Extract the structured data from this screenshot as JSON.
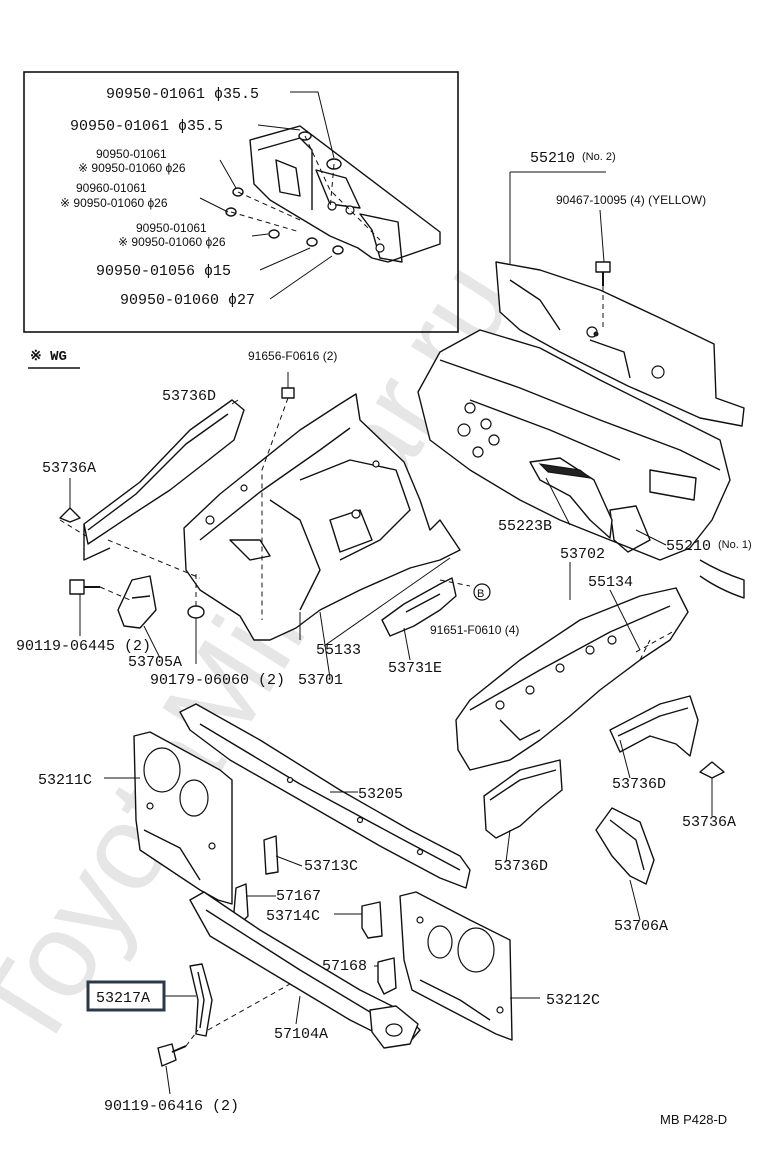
{
  "watermark": "ToyotaMiniCar.ru",
  "inset": {
    "labels": [
      "90950-01061 ϕ35.5",
      "90950-01061 ϕ35.5",
      "90950-01061",
      "※ 90950-01060 ϕ26",
      "90960-01061",
      "※ 90950-01060 ϕ26",
      "90950-01061",
      "※ 90950-01060 ϕ26",
      "90950-01056 ϕ15",
      "90950-01060 ϕ27"
    ]
  },
  "wg_note": "※ WG",
  "part_labels": {
    "p55210_no2": "55210",
    "p55210_no2_sub": "(No. 2)",
    "p90467": "90467-10095 (4) (YELLOW)",
    "p91656": "91656-F0616 (2)",
    "p53736D_top": "53736D",
    "p53736A_left": "53736A",
    "p55223B": "55223B",
    "p55210_no1": "55210",
    "p55210_no1_sub": "(No. 1)",
    "p53702": "53702",
    "p55134": "55134",
    "circle_b": "B",
    "p91651": "91651-F0610 (4)",
    "p90119_06445": "90119-06445 (2)",
    "p53705A": "53705A",
    "p55133": "55133",
    "p90179": "90179-06060 (2)",
    "p53701": "53701",
    "p53731E": "53731E",
    "p53211C": "53211C",
    "p53205": "53205",
    "p53736D_right": "53736D",
    "p53736A_right": "53736A",
    "p53713C": "53713C",
    "p57167": "57167",
    "p53714C": "53714C",
    "p53736D_mid": "53736D",
    "p53706A": "53706A",
    "p57168": "57168",
    "p53217A": "53217A",
    "p53212C": "53212C",
    "p57104A": "57104A",
    "p90119_06416": "90119-06416 (2)",
    "page_ref": "MB  P428-D"
  }
}
